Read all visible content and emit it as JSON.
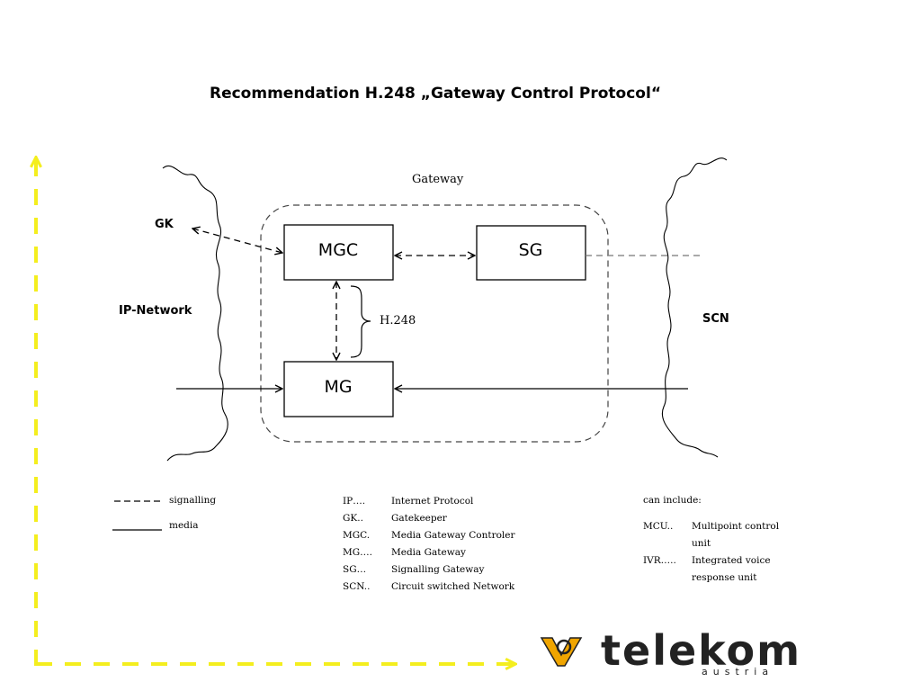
{
  "title": "Recommendation H.248 „Gateway Control Protocol“",
  "diagram": {
    "gateway_label": "Gateway",
    "gk_label": "GK",
    "ip_network_label": "IP-Network",
    "scn_label": "SCN",
    "mgc_label": "MGC",
    "sg_label": "SG",
    "mg_label": "MG",
    "h248_label": "H.248"
  },
  "legend": {
    "signalling": "signalling",
    "media": "media"
  },
  "abbreviations": [
    {
      "key": "IP….",
      "value": "Internet Protocol"
    },
    {
      "key": "GK..",
      "value": "Gatekeeper"
    },
    {
      "key": "MGC.",
      "value": "Media Gateway Controler"
    },
    {
      "key": "MG….",
      "value": "Media Gateway"
    },
    {
      "key": "SG…",
      "value": "Signalling Gateway"
    },
    {
      "key": "SCN..",
      "value": "Circuit switched Network"
    }
  ],
  "extras": {
    "heading": "can include:",
    "items": [
      {
        "key": "MCU..",
        "value": "Multipoint control unit"
      },
      {
        "key": "IVR…..",
        "value": "Integrated voice response unit"
      }
    ]
  },
  "logo": {
    "word": "telekom",
    "sub": "austria"
  },
  "colors": {
    "axis_yellow": "#f4ee1e",
    "logo_orange": "#f0a500"
  }
}
